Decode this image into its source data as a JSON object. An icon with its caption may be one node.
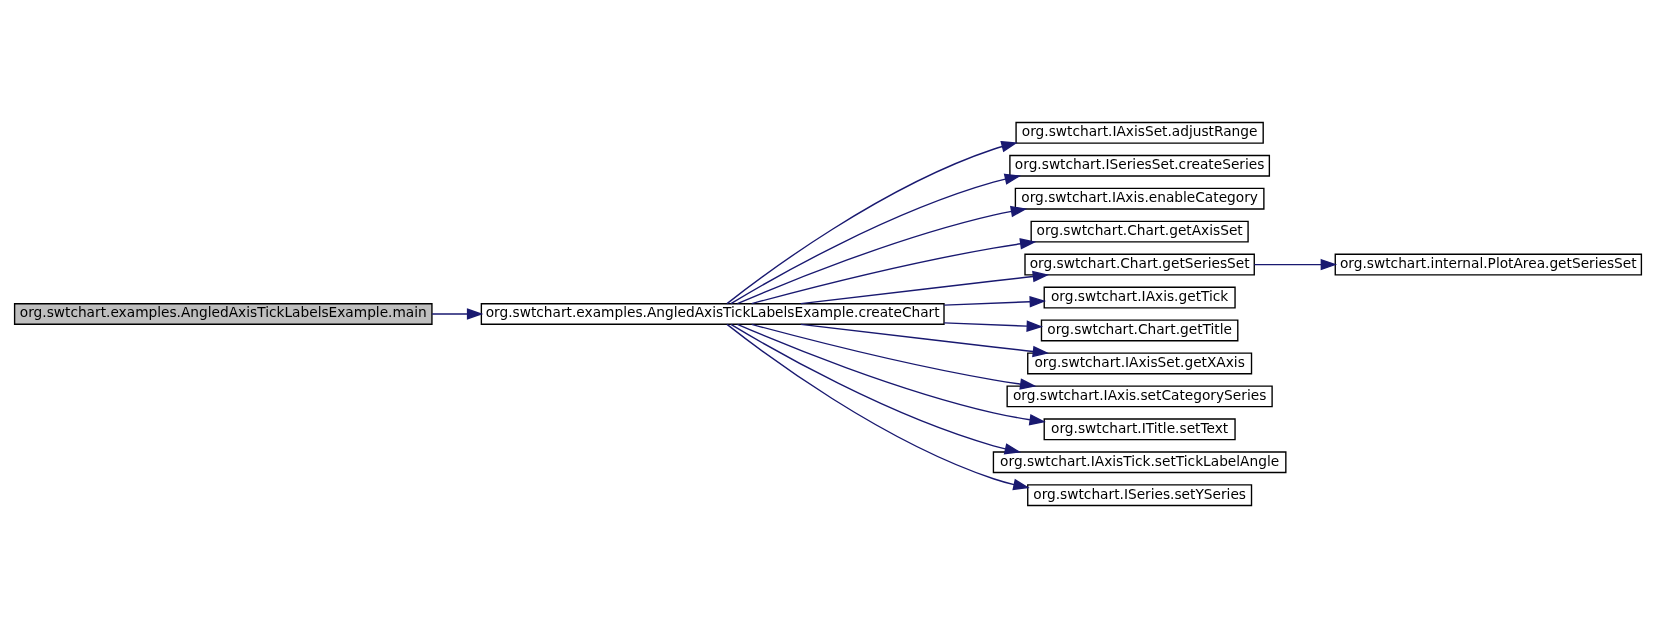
{
  "diagram": {
    "nodes": [
      {
        "text": [
          "org.swtchart.examples.AngledAxisTickLabelsExample.main"
        ]
      },
      {
        "text": [
          "org.swtchart.examples.AngledAxisTickLabelsExample.createChart"
        ]
      },
      {
        "text": [
          "org.swtchart.IAxisSet.adjustRange"
        ]
      },
      {
        "text": [
          "org.swtchart.ISeriesSet.createSeries"
        ]
      },
      {
        "text": [
          "org.swtchart.IAxis.enableCategory"
        ]
      },
      {
        "text": [
          "org.swtchart.Chart.getAxisSet"
        ]
      },
      {
        "text": [
          "org.swtchart.Chart.getSeriesSet"
        ]
      },
      {
        "text": [
          "org.swtchart.IAxis.getTick"
        ]
      },
      {
        "text": [
          "org.swtchart.Chart.getTitle"
        ]
      },
      {
        "text": [
          "org.swtchart.IAxisSet.getXAxis"
        ]
      },
      {
        "text": [
          "org.swtchart.IAxis.setCategorySeries"
        ]
      },
      {
        "text": [
          "org.swtchart.ITitle.setText"
        ]
      },
      {
        "text": [
          "org.swtchart.IAxisTick.setTickLabelAngle"
        ]
      },
      {
        "text": [
          "org.swtchart.ISeries.setYSeries"
        ]
      },
      {
        "text": [
          "org.swtchart.internal.PlotArea.getSeriesSet"
        ]
      }
    ],
    "edges": [
      {
        "from": 0,
        "to": 1,
        "arrow": "to"
      },
      {
        "from": 1,
        "to": 2,
        "arrow": "to"
      },
      {
        "from": 1,
        "to": 3,
        "arrow": "to"
      },
      {
        "from": 1,
        "to": 4,
        "arrow": "to"
      },
      {
        "from": 1,
        "to": 5,
        "arrow": "to"
      },
      {
        "from": 1,
        "to": 6,
        "arrow": "to"
      },
      {
        "from": 1,
        "to": 7,
        "arrow": "to"
      },
      {
        "from": 1,
        "to": 8,
        "arrow": "to"
      },
      {
        "from": 1,
        "to": 9,
        "arrow": "to"
      },
      {
        "from": 1,
        "to": 10,
        "arrow": "to"
      },
      {
        "from": 1,
        "to": 11,
        "arrow": "to"
      },
      {
        "from": 1,
        "to": 12,
        "arrow": "to"
      },
      {
        "from": 1,
        "to": 13,
        "arrow": "to"
      },
      {
        "from": 6,
        "to": 14,
        "arrow": "to"
      }
    ]
  }
}
